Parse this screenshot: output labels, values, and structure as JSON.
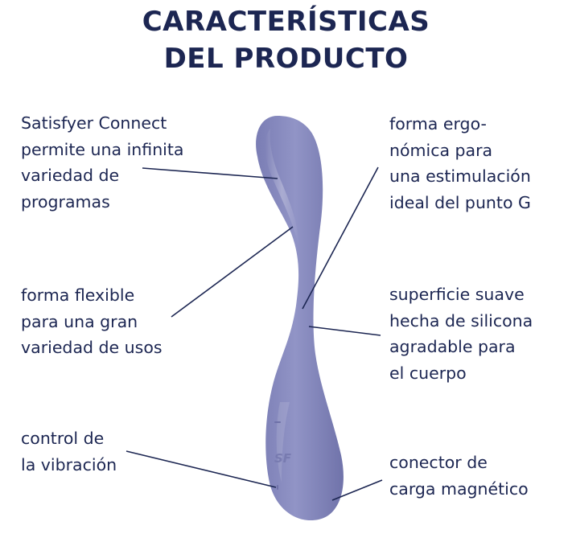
{
  "title": {
    "line1": "CARACTERÍSTICAS",
    "line2": "DEL PRODUCTO"
  },
  "features": {
    "app": {
      "lines": [
        "Satisfyer Connect",
        "permite una infinita",
        "variedad de",
        "programas"
      ]
    },
    "flexible": {
      "lines": [
        "forma flexible",
        "para una gran",
        "variedad de usos"
      ]
    },
    "control": {
      "lines": [
        "control de",
        "la vibración"
      ]
    },
    "shape": {
      "lines": [
        "forma ergo-",
        "nómica para",
        "una estimulación",
        "ideal del punto G"
      ]
    },
    "surface": {
      "lines": [
        "superficie suave",
        "hecha de silicona",
        "agradable para",
        "el cuerpo"
      ]
    },
    "charger": {
      "lines": [
        "conector de",
        "carga magnético"
      ]
    }
  },
  "product": {
    "logo_text": "SF",
    "body_color": "#8c8fc1",
    "body_highlight": "#a7aad4",
    "body_shadow": "#6b6ea6"
  },
  "colors": {
    "text": "#1c2652",
    "line": "#1c2652",
    "background": "#ffffff"
  }
}
